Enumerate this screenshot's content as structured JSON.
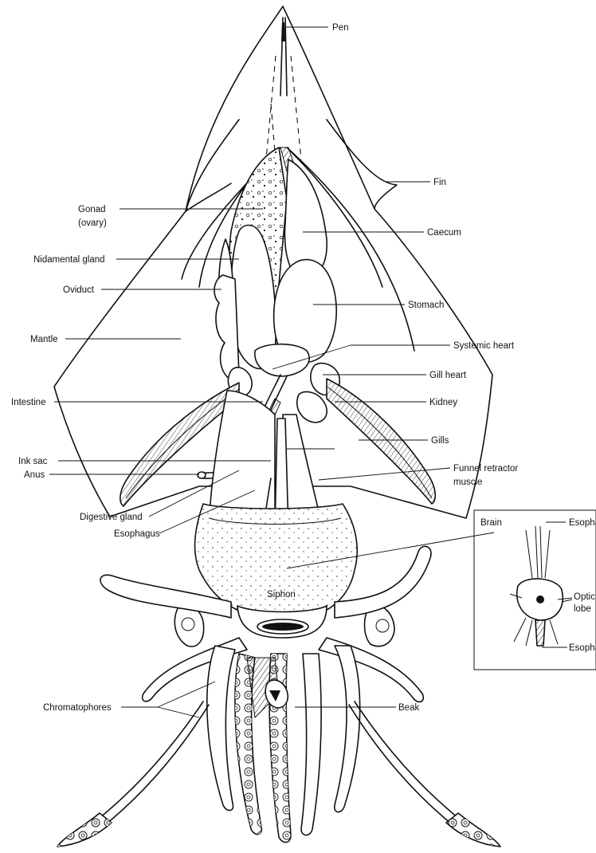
{
  "labels": {
    "pen": "Pen",
    "fin": "Fin",
    "gonad": "Gonad",
    "ovary": "(ovary)",
    "caecum": "Caecum",
    "nidamental_gland": "Nidamental gland",
    "oviduct": "Oviduct",
    "stomach": "Stomach",
    "mantle": "Mantle",
    "systemic_heart": "Systemic heart",
    "gill_heart": "Gill heart",
    "intestine": "Intestine",
    "kidney": "Kidney",
    "gills": "Gills",
    "ink_sac": "Ink sac",
    "anus": "Anus",
    "funnel_retractor_1": "Funnel retractor",
    "funnel_retractor_2": "muscle",
    "digestive_gland": "Digestive gland",
    "esophagus": "Esophagus",
    "siphon": "Siphon",
    "chromatophores": "Chromatophores",
    "beak": "Beak"
  },
  "inset": {
    "brain": "Brain",
    "esophagus_top": "Esophagus",
    "optic_1": "Optic",
    "optic_2": "lobe",
    "esophagus_bottom": "Esophagus"
  }
}
